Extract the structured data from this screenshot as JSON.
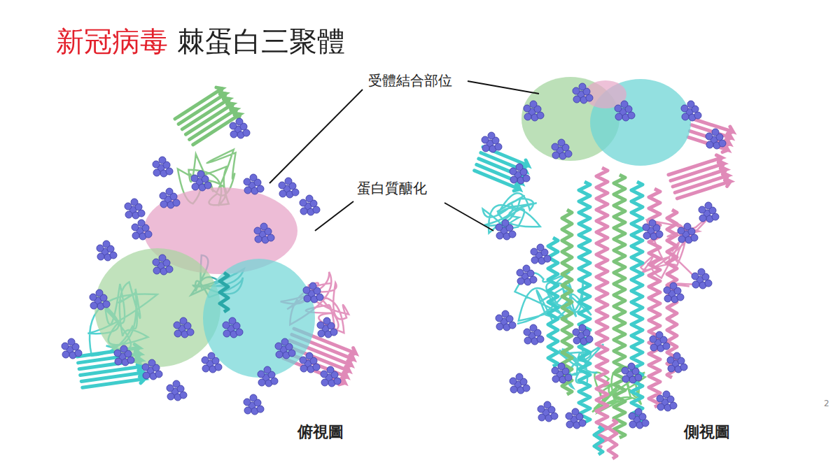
{
  "diagram": {
    "title": "新冠病毒 棘蛋白三聚體",
    "labels": [
      "受體結合部位",
      "蛋白質醣化",
      "俯視圖",
      "側視圖",
      "2"
    ]
  }
}
